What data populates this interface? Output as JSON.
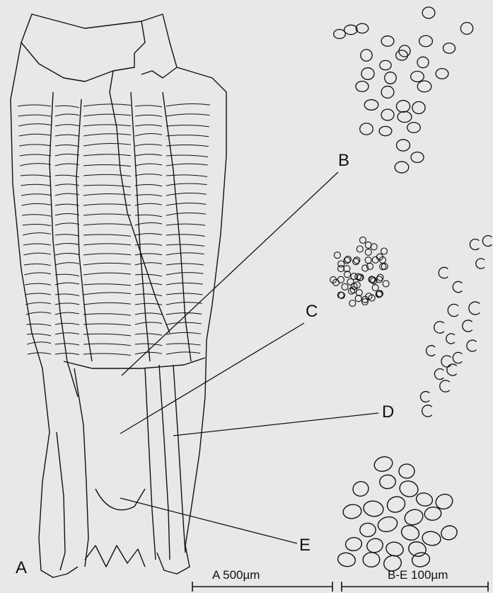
{
  "labels": {
    "a": "A",
    "b": "B",
    "c": "C",
    "d": "D",
    "e": "E"
  },
  "scale_bars": {
    "left": "A 500µm",
    "right": "B-E 100µm"
  },
  "colors": {
    "background": "#e8e8e6",
    "ink": "#111111"
  }
}
